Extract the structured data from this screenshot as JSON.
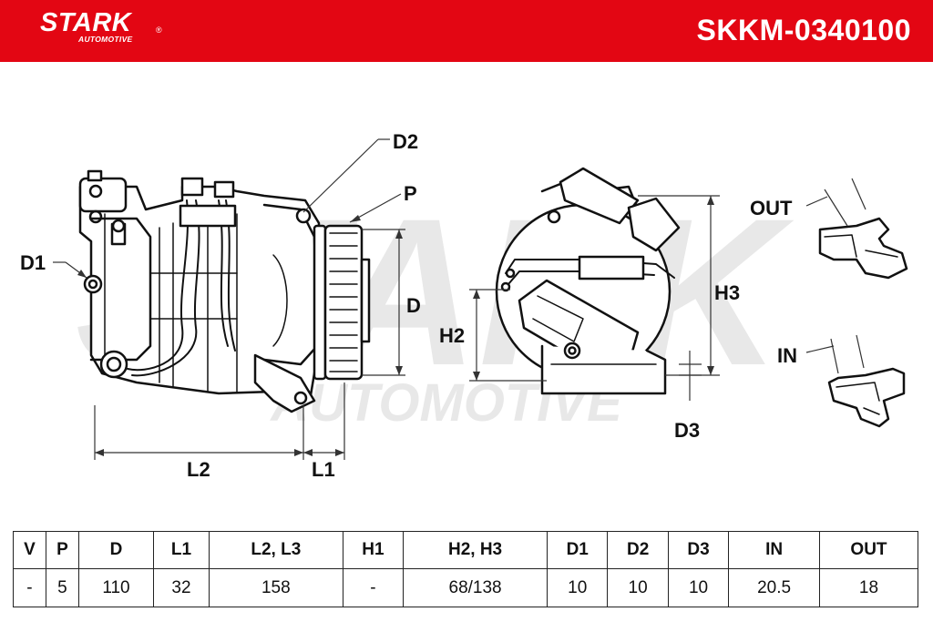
{
  "header": {
    "brand_name": "STARK",
    "brand_sub": "AUTOMOTIVE",
    "part_number": "SKKM-0340100",
    "accent_color": "#e30613"
  },
  "watermark": {
    "main": "STARK",
    "sub": "AUTOMOTIVE"
  },
  "labels": {
    "d1": "D1",
    "d2": "D2",
    "p": "P",
    "d": "D",
    "l1": "L1",
    "l2": "L2",
    "h2": "H2",
    "h3": "H3",
    "d3": "D3",
    "out": "OUT",
    "in": "IN"
  },
  "table": {
    "headers": [
      "V",
      "P",
      "D",
      "L1",
      "L2, L3",
      "H1",
      "H2, H3",
      "D1",
      "D2",
      "D3",
      "IN",
      "OUT"
    ],
    "values": [
      "-",
      "5",
      "110",
      "32",
      "158",
      "-",
      "68/138",
      "10",
      "10",
      "10",
      "20.5",
      "18"
    ]
  }
}
